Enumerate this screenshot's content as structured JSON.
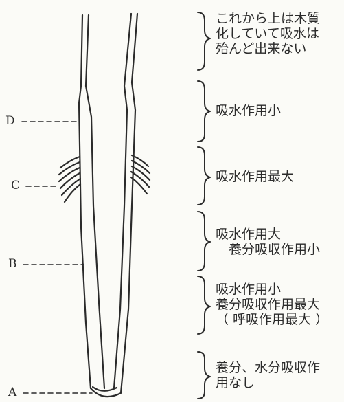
{
  "markers": [
    "D",
    "C",
    "B",
    "A"
  ],
  "zones": [
    {
      "lines": [
        "これから上は木質",
        "化していて吸水は",
        "殆んど出来ない"
      ]
    },
    {
      "lines": [
        "吸水作用小"
      ]
    },
    {
      "lines": [
        "吸水作用最大"
      ]
    },
    {
      "lines": [
        "吸水作用大",
        "　養分吸収作用小"
      ]
    },
    {
      "lines": [
        "吸水作用小",
        "養分吸収作用最大",
        "（ 呼吸作用最大 ）"
      ]
    },
    {
      "lines": [
        "養分、水分吸収作",
        "用なし"
      ]
    }
  ]
}
